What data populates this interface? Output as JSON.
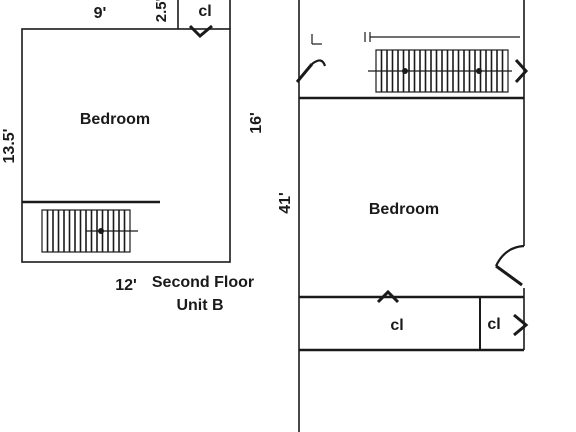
{
  "plan": {
    "left_unit": {
      "room_label": "Bedroom",
      "dim_top": "9'",
      "dim_top_small": "2.5'",
      "dim_left": "13.5'",
      "dim_bottom": "12'",
      "closet_label": "cl"
    },
    "caption": {
      "line1": "Second Floor",
      "line2": "Unit B"
    },
    "right_unit": {
      "room_label": "Bedroom",
      "dim_upper": "16'",
      "dim_length": "41'",
      "closet_large_label": "cl",
      "closet_small_label": "cl"
    }
  }
}
